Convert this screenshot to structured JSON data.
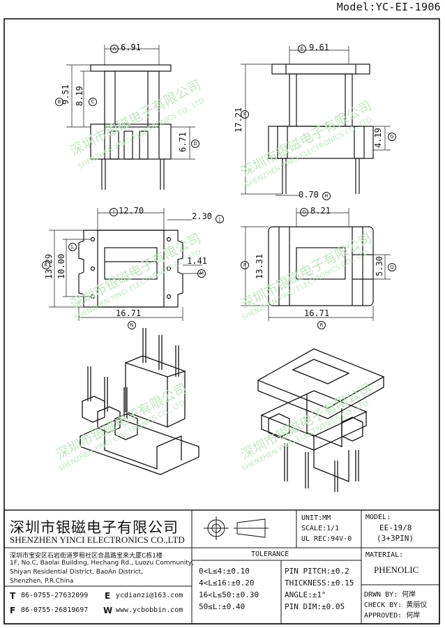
{
  "model_label": "Model:YC-EI-1906",
  "dimensions": {
    "a": "6.91",
    "b": "9.51",
    "c": "8.19",
    "d": "6.71",
    "e": "9.61",
    "f": "17.21",
    "g": "4.19",
    "h": "0.70",
    "i": "12.70",
    "j": "2.30",
    "k": "13.29",
    "l": "10.00",
    "m": "1.41",
    "n": "16.71",
    "o": "8.21",
    "p": "13.31",
    "q": "5.30",
    "r": "16.71"
  },
  "markers": {
    "a": "A",
    "b": "B",
    "c": "C",
    "d": "D",
    "e": "E",
    "f": "F",
    "g": "G",
    "h": "H",
    "i": "I",
    "j": "J",
    "k": "K",
    "l": "L",
    "m": "M",
    "n": "N",
    "o": "O",
    "p": "P",
    "q": "Q",
    "r": "R"
  },
  "watermark": {
    "cn": "深圳市银磁电子有限公司",
    "en": "SHENZHEN YINCI ELECTRONICS CO., LTD."
  },
  "title_block": {
    "company_cn": "深圳市银磁电子有限公司",
    "company_en": "SHENZHEN YINCI ELECTRONICS CO.,LTD",
    "address_cn": "深圳市宝安区石岩街道罗租社区合昌路宝来大厦C栋1楼",
    "address_en": [
      "1F, No.C, Baolai Building, Hechang Rd., Luozu Community,",
      "Shiyan Residential District, BaoAn District,",
      "Shenzhen, P.R.China"
    ],
    "contacts": [
      {
        "key": "T",
        "value": "86-0755-27632099"
      },
      {
        "key": "E",
        "value": "ycdianzi@163.com"
      },
      {
        "key": "F",
        "value": "86-0755-26819697"
      },
      {
        "key": "W",
        "value": "www.ycbobbin.com"
      }
    ],
    "unit": "UNIT:MM",
    "scale": "SCALE:1/1",
    "ul_rec": "UL REC:94V-0",
    "tolerance_title": "TOLERANCE",
    "tolerance_left": [
      "0<L≤4:±0.10",
      "4<L≤16:±0.20",
      "16<L≤50:±0.30",
      "50≤L:±0.40"
    ],
    "tolerance_right": [
      "PIN PITCH:±0.2",
      "THICKNESS:±0.15",
      "ANGLE:±1°",
      "PIN DIM:±0.05"
    ],
    "model_title": "MODEL:",
    "model_value": "EE-19/8",
    "model_pins": "(3+3PIN)",
    "material_title": "MATERIAL:",
    "material_value": "PHENOLIC",
    "drawn_by": "DRWN BY: 何岸",
    "check_by": "CHECK BY: 黄丽仪",
    "approved": "APPROVED: 何岸"
  }
}
